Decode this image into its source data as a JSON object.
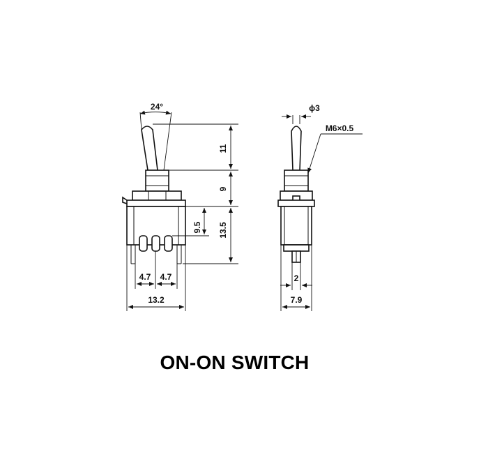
{
  "caption": "ON-ON SWITCH",
  "front_view": {
    "angle": "24°",
    "lever_height": "11",
    "bushing_height": "9",
    "terminal_height": "9.5",
    "body_height": "13.5",
    "pitch_left": "4.7",
    "pitch_right": "4.7",
    "body_width": "13.2"
  },
  "side_view": {
    "lever_diameter": "ϕ3",
    "thread": "M6×0.5",
    "terminal_width": "2",
    "body_depth": "7.9"
  }
}
